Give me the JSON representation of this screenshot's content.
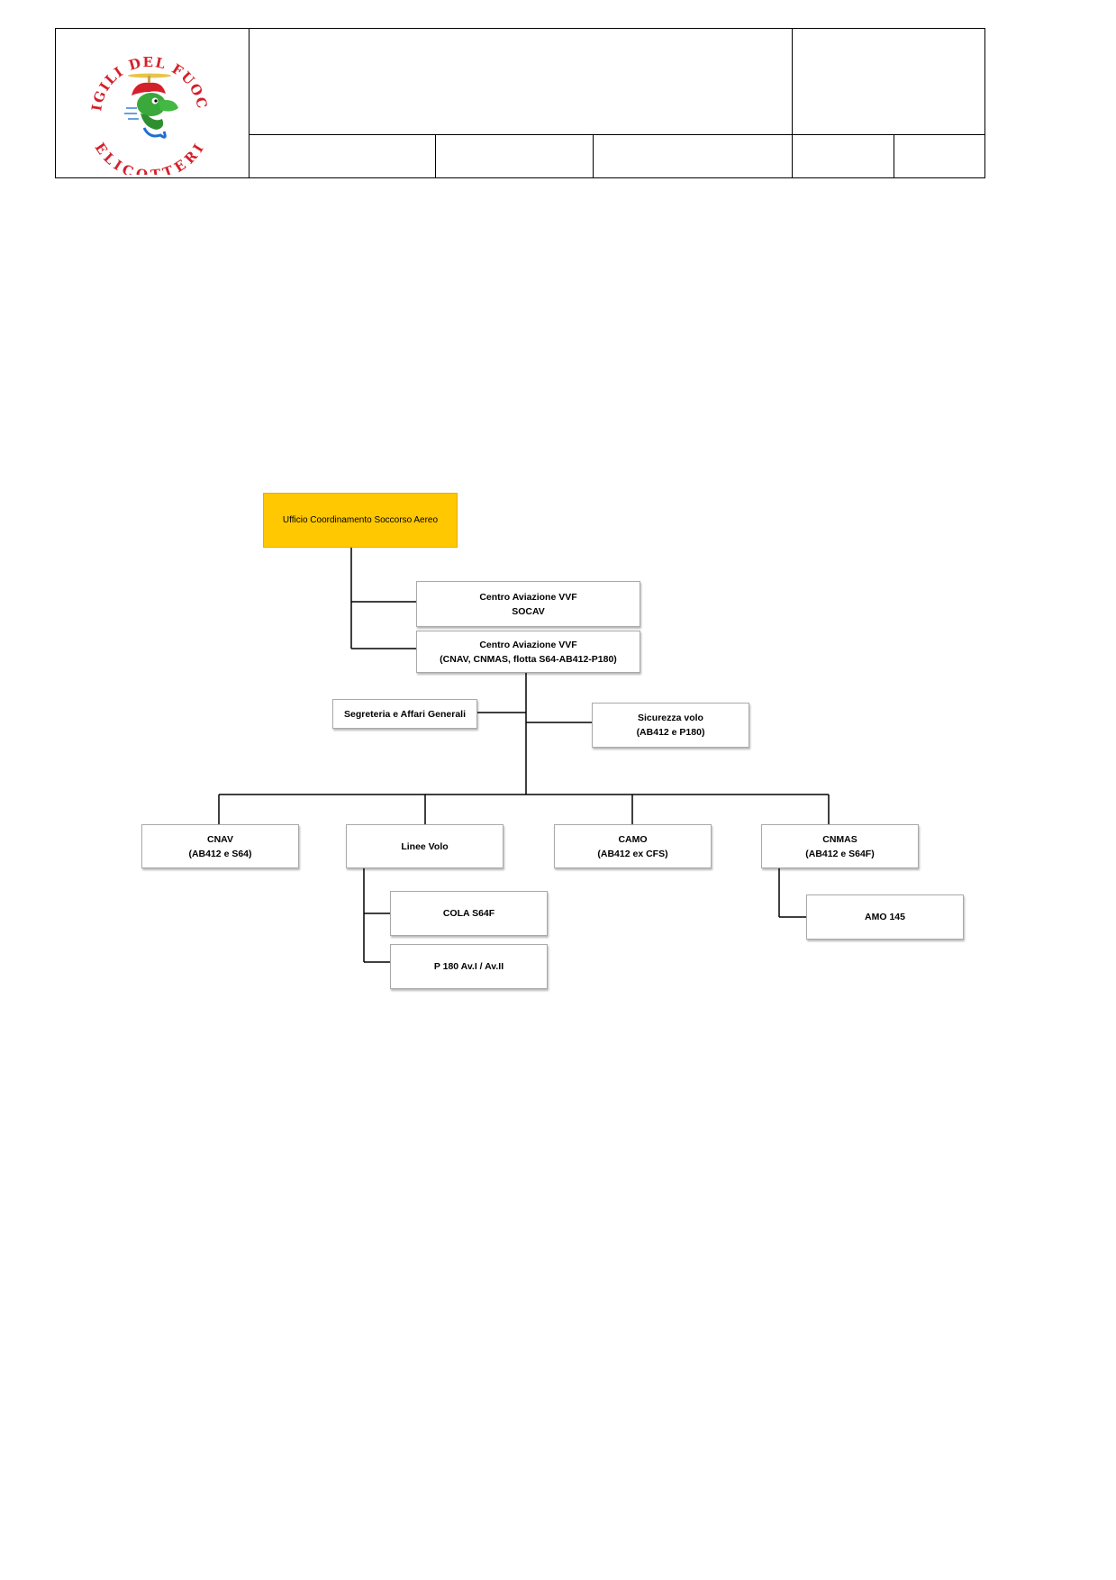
{
  "header": {
    "logo": {
      "text_top": "VIGILI DEL FUOCO",
      "text_bottom": "ELICOTTERI",
      "color": "#d4202a"
    }
  },
  "org_chart": {
    "nodes": {
      "ucsa": {
        "lines": [
          "Ufficio Coordinamento Soccorso Aereo"
        ],
        "color": "#ffc800"
      },
      "socav": {
        "lines": [
          "Centro Aviazione VVF",
          "SOCAV"
        ]
      },
      "centro": {
        "lines": [
          "Centro Aviazione VVF",
          "(CNAV, CNMAS, flotta S64-AB412-P180)"
        ]
      },
      "segreteria": {
        "lines": [
          "Segreteria e Affari Generali"
        ]
      },
      "sicurezza": {
        "lines": [
          "Sicurezza volo",
          "(AB412 e P180)"
        ]
      },
      "cnav": {
        "lines": [
          "CNAV",
          "(AB412 e S64)"
        ]
      },
      "linee": {
        "lines": [
          "Linee Volo"
        ]
      },
      "camo": {
        "lines": [
          "CAMO",
          "(AB412 ex CFS)"
        ]
      },
      "cnmas": {
        "lines": [
          "CNMAS",
          "(AB412 e S64F)"
        ]
      },
      "cola": {
        "lines": [
          "COLA S64F"
        ]
      },
      "p180": {
        "lines": [
          "P 180  Av.I / Av.II"
        ]
      },
      "amo": {
        "lines": [
          "AMO 145"
        ]
      }
    },
    "line_color": "#000000"
  }
}
